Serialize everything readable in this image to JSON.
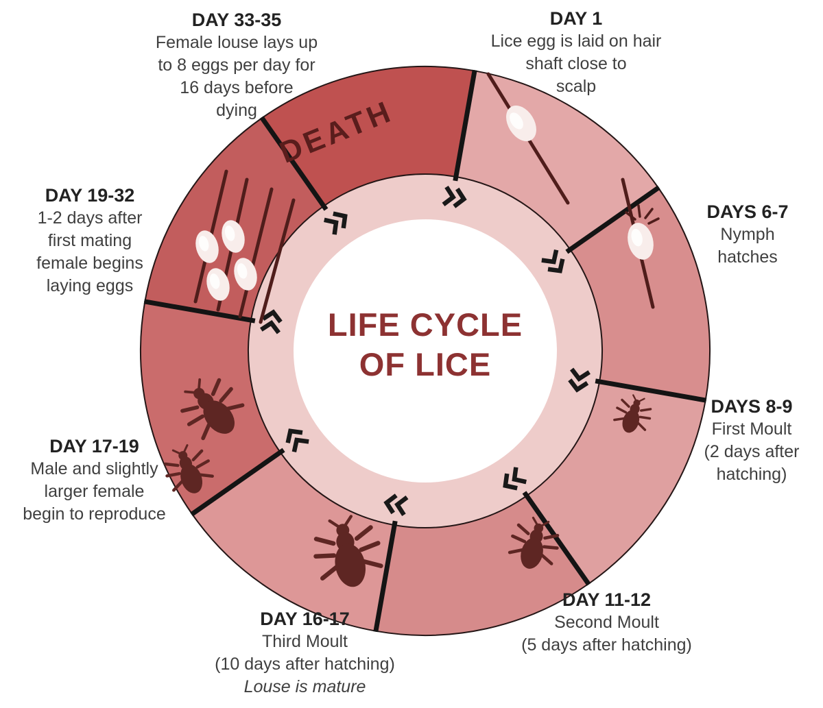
{
  "center": {
    "title_line1": "LIFE CYCLE",
    "title_line2": "OF LICE",
    "death_label": "DEATH"
  },
  "colors": {
    "seg_day_1": "#e3a8a8",
    "seg_days_6_7": "#d88e8e",
    "seg_days_8_9": "#dfa0a0",
    "seg_day_11_12": "#d68b8b",
    "seg_day_16_17": "#dd9797",
    "seg_day_17_19": "#ca6c6c",
    "seg_day_19_32": "#c25d5d",
    "seg_death": "#bf5150",
    "inner_ring": "#eeccca",
    "center_bg": "#ffffff",
    "title_text": "#8d3232",
    "death_text": "#591d1c",
    "louse": "#5e2623",
    "hair": "#4f1d1b",
    "egg": "#f8edeb",
    "separator": "#141414",
    "chevron": "#191919",
    "heading_text": "#222222",
    "body_text": "#3f3f3f"
  },
  "stages": [
    {
      "heading": "DAY 1",
      "icon": "egg-on-hair",
      "lines": [
        "Lice egg is laid on hair",
        "shaft close to",
        "scalp"
      ]
    },
    {
      "heading": "DAYS 6-7",
      "icon": "nymph",
      "lines": [
        "Nymph",
        "hatches"
      ]
    },
    {
      "heading": "DAYS 8-9",
      "icon": "small-louse",
      "lines": [
        "First Moult",
        "(2 days after",
        "hatching)"
      ]
    },
    {
      "heading": "DAY 11-12",
      "icon": "louse",
      "lines": [
        "Second Moult",
        "(5 days after hatching)"
      ]
    },
    {
      "heading": "DAY 16-17",
      "icon": "mature-louse",
      "lines": [
        "Third Moult",
        "(10 days after hatching)",
        "Louse is mature"
      ]
    },
    {
      "heading": "DAY 17-19",
      "icon": "louse-pair",
      "lines": [
        "Male and slightly",
        "larger female",
        "begin to reproduce"
      ]
    },
    {
      "heading": "DAY 19-32",
      "icon": "eggs-on-hair",
      "lines": [
        "1-2 days after",
        "first mating",
        "female begins",
        "laying eggs"
      ]
    },
    {
      "heading": "DAY 33-35",
      "icon": "death",
      "lines": [
        "Female louse lays up",
        "to 8 eggs per day for",
        "16 days before",
        "dying"
      ]
    }
  ]
}
